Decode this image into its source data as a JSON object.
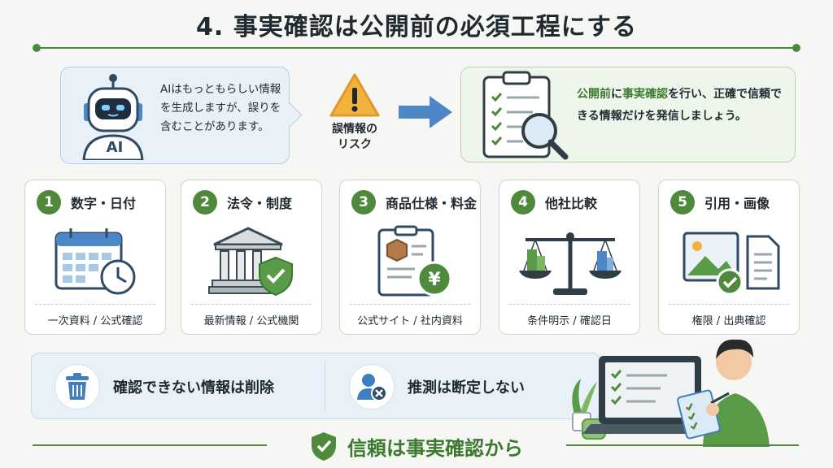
{
  "title": "4. 事実確認は公開前の必須工程にする",
  "ai_panel": {
    "robot_label": "AI",
    "text": "AIはもっともらしい情報を生成しますが、誤りを含むことがあります。"
  },
  "risk": {
    "label": "誤情報の\nリスク"
  },
  "check_panel": {
    "text_hl1": "公開前",
    "text_mid1": "に",
    "text_hl2": "事実確認",
    "text_rest": "を行い、正確で信頼できる情報だけを発信しましょう。"
  },
  "cards": [
    {
      "num": "1",
      "title": "数字・日付",
      "foot": "一次資料 / 公式確認"
    },
    {
      "num": "2",
      "title": "法令・制度",
      "foot": "最新情報 / 公式機関"
    },
    {
      "num": "3",
      "title": "商品仕様・料金",
      "foot": "公式サイト / 社内資料"
    },
    {
      "num": "4",
      "title": "他社比較",
      "foot": "条件明示 / 確認日"
    },
    {
      "num": "5",
      "title": "引用・画像",
      "foot": "権限 / 出典確認"
    }
  ],
  "banner": {
    "item1": "確認できない情報は削除",
    "item2": "推測は断定しない"
  },
  "footer": "信頼は事実確認から",
  "colors": {
    "accent_green": "#4f8a3c",
    "blue": "#3f7fc0",
    "warning": "#f2b33d"
  },
  "icons": [
    "robot-icon",
    "warning-icon",
    "arrow-right-icon",
    "clipboard-magnifier-icon",
    "calendar-clock-icon",
    "government-building-shield-icon",
    "spec-sheet-yen-icon",
    "balance-scale-icon",
    "image-document-icon",
    "trash-icon",
    "user-x-icon",
    "shield-check-icon"
  ]
}
